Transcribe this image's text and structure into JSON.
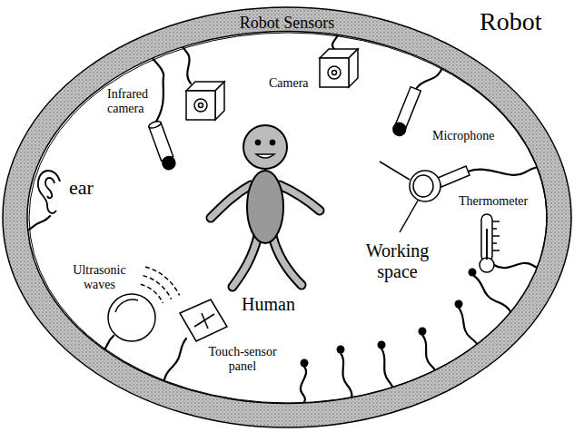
{
  "diagram": {
    "nodes": [
      {
        "text": [
          "Robot",
          "Robot Sensors"
        ]
      },
      {
        "text": [
          "Working space"
        ],
        "in": 0
      }
    ],
    "labels": [
      "Infrared camera",
      "Camera",
      "Microphone",
      "ear",
      "Thermometer",
      "Ultrasonic waves",
      "Human",
      "Touch-sensor panel"
    ]
  }
}
